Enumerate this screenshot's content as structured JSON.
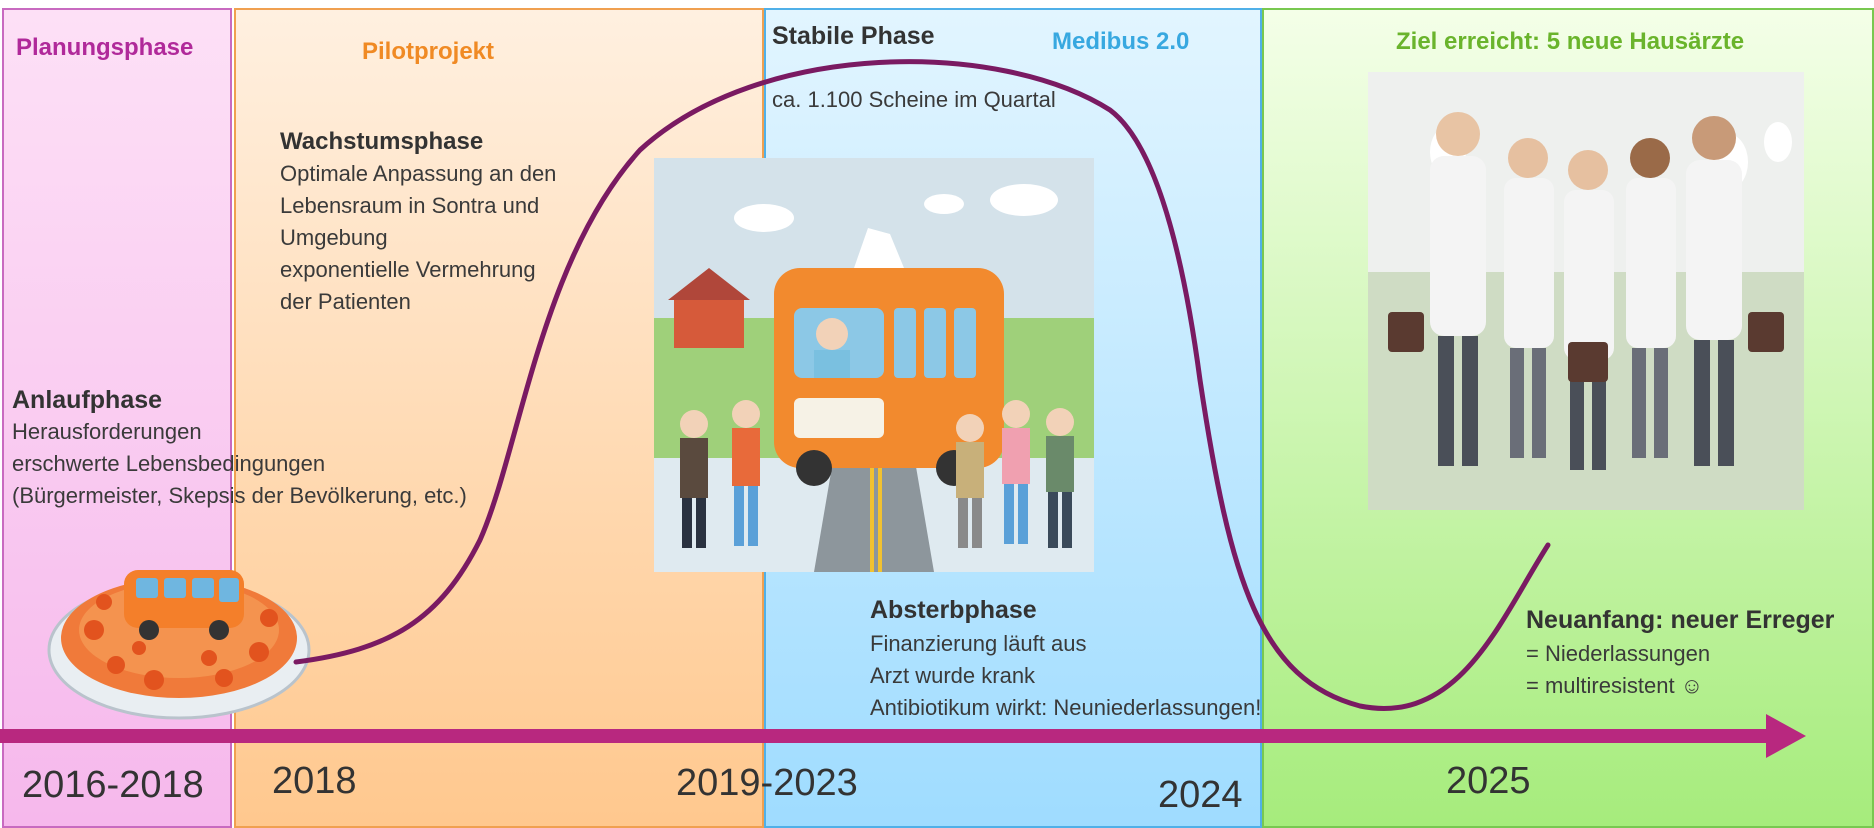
{
  "phases": {
    "planung": {
      "title": "Planungsphase",
      "color": "#b0299a"
    },
    "pilot": {
      "title": "Pilotprojekt",
      "color": "#f08a24"
    },
    "stabil": {
      "title": "Stabile Phase",
      "subtitle": "ca. 1.100 Scheine im Quartal"
    },
    "medibus": {
      "title": "Medibus 2.0",
      "color": "#38a8e0"
    },
    "ziel": {
      "title": "Ziel erreicht: 5 neue Hausärzte",
      "color": "#6ab42c"
    }
  },
  "annotations": {
    "wachstum": {
      "title": "Wachstumsphase",
      "lines": [
        "Optimale Anpassung an den",
        "Lebensraum in Sontra und",
        "Umgebung",
        "exponentielle Vermehrung",
        "der Patienten"
      ]
    },
    "anlauf": {
      "title": "Anlaufphase",
      "lines": [
        "Herausforderungen",
        "erschwerte Lebensbedingungen",
        "(Bürgermeister, Skepsis der Bevölkerung, etc.)"
      ]
    },
    "absterb": {
      "title": "Absterbphase",
      "lines": [
        "Finanzierung läuft aus",
        "Arzt wurde krank",
        "Antibiotikum wirkt: Neuniederlassungen!"
      ]
    },
    "neuanfang": {
      "title": "Neuanfang: neuer Erreger",
      "lines": [
        "= Niederlassungen",
        "= multiresistent ☺"
      ]
    }
  },
  "years": [
    "2016-2018",
    "2018",
    "2019-2023",
    "2024",
    "2025"
  ],
  "colors": {
    "curve": "#7a1a62",
    "timeline": "#b8287f"
  },
  "images": {
    "petri": "petri-dish-bus-illustration",
    "bus": "medibus-with-patients-illustration",
    "doctors": "five-doctors-illustration"
  }
}
